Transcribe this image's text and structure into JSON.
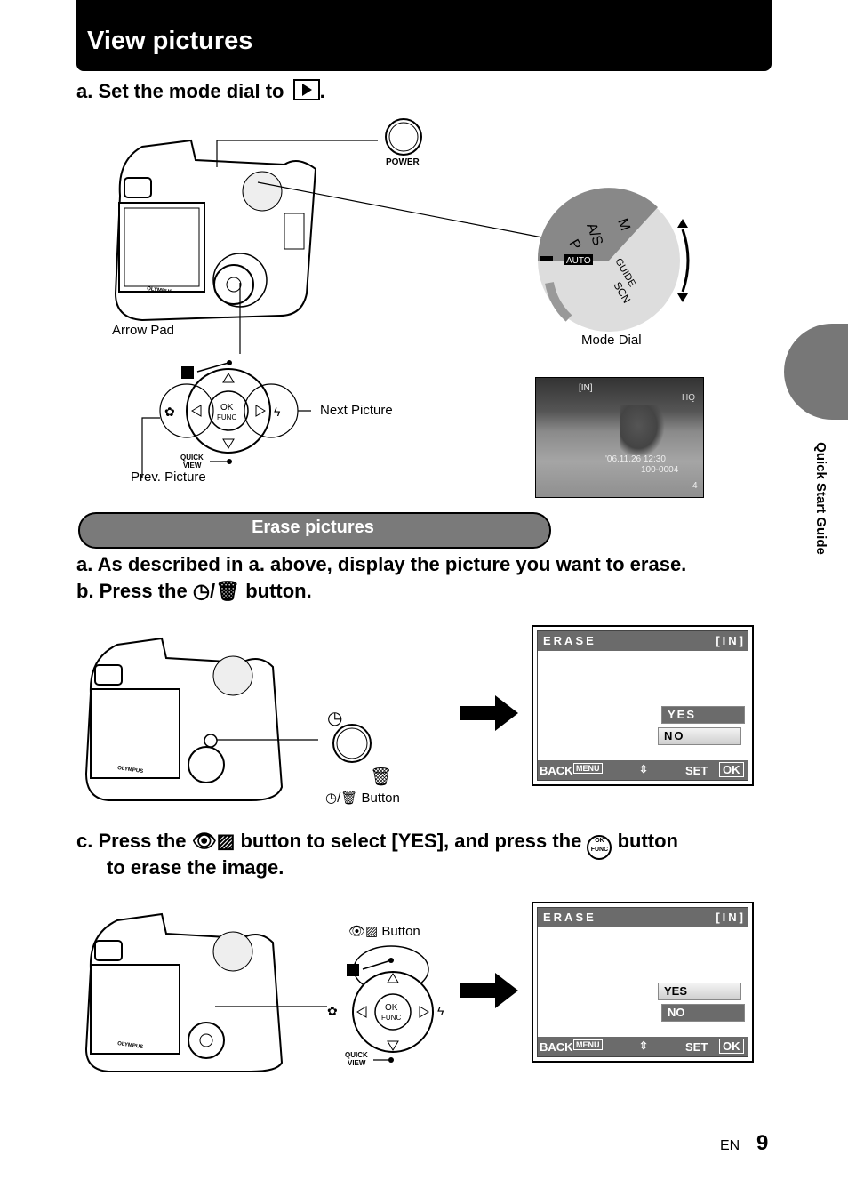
{
  "page": {
    "title": "View pictures",
    "lang_code": "EN",
    "page_number": "9",
    "side_tab": "Quick Start Guide"
  },
  "section_view": {
    "step_a": "a.  Set the mode dial to",
    "labels": {
      "power": "POWER",
      "arrow_pad": "Arrow Pad",
      "mode_dial": "Mode Dial",
      "next_picture": "Next Picture",
      "prev_picture": "Prev. Picture",
      "quick_view": "QUICK VIEW",
      "ok_func": "OK FUNC"
    },
    "dial_marks": [
      "P",
      "A/S",
      "M",
      "AUTO",
      "GUIDE",
      "SCN"
    ],
    "photo_overlay": {
      "memory": "[IN]",
      "quality": "HQ",
      "datetime": "'06.11.26 12:30",
      "file": "100-0004",
      "frame": "4"
    }
  },
  "section_erase": {
    "heading": "Erase pictures",
    "step_a": "a.  As described in a. above, display the picture you want to erase.",
    "step_b_prefix": "b.  Press the",
    "step_b_suffix": "button.",
    "button_label": "Button",
    "step_c_prefix": "c.  Press the",
    "step_c_middle": "button to select [YES], and press the",
    "step_c_suffix": "button",
    "step_c_line2": "to erase the image.",
    "step_c_button_label": "Button"
  },
  "lcd_screens": [
    {
      "title": "ERASE",
      "memory": "[IN]",
      "options": [
        "YES",
        "NO"
      ],
      "selected": "YES",
      "back": "BACK",
      "menu": "MENU",
      "set": "SET",
      "ok": "OK"
    },
    {
      "title": "ERASE",
      "memory": "[IN]",
      "options": [
        "YES",
        "NO"
      ],
      "selected": "NO",
      "back": "BACK",
      "menu": "MENU",
      "set": "SET",
      "ok": "OK"
    }
  ]
}
